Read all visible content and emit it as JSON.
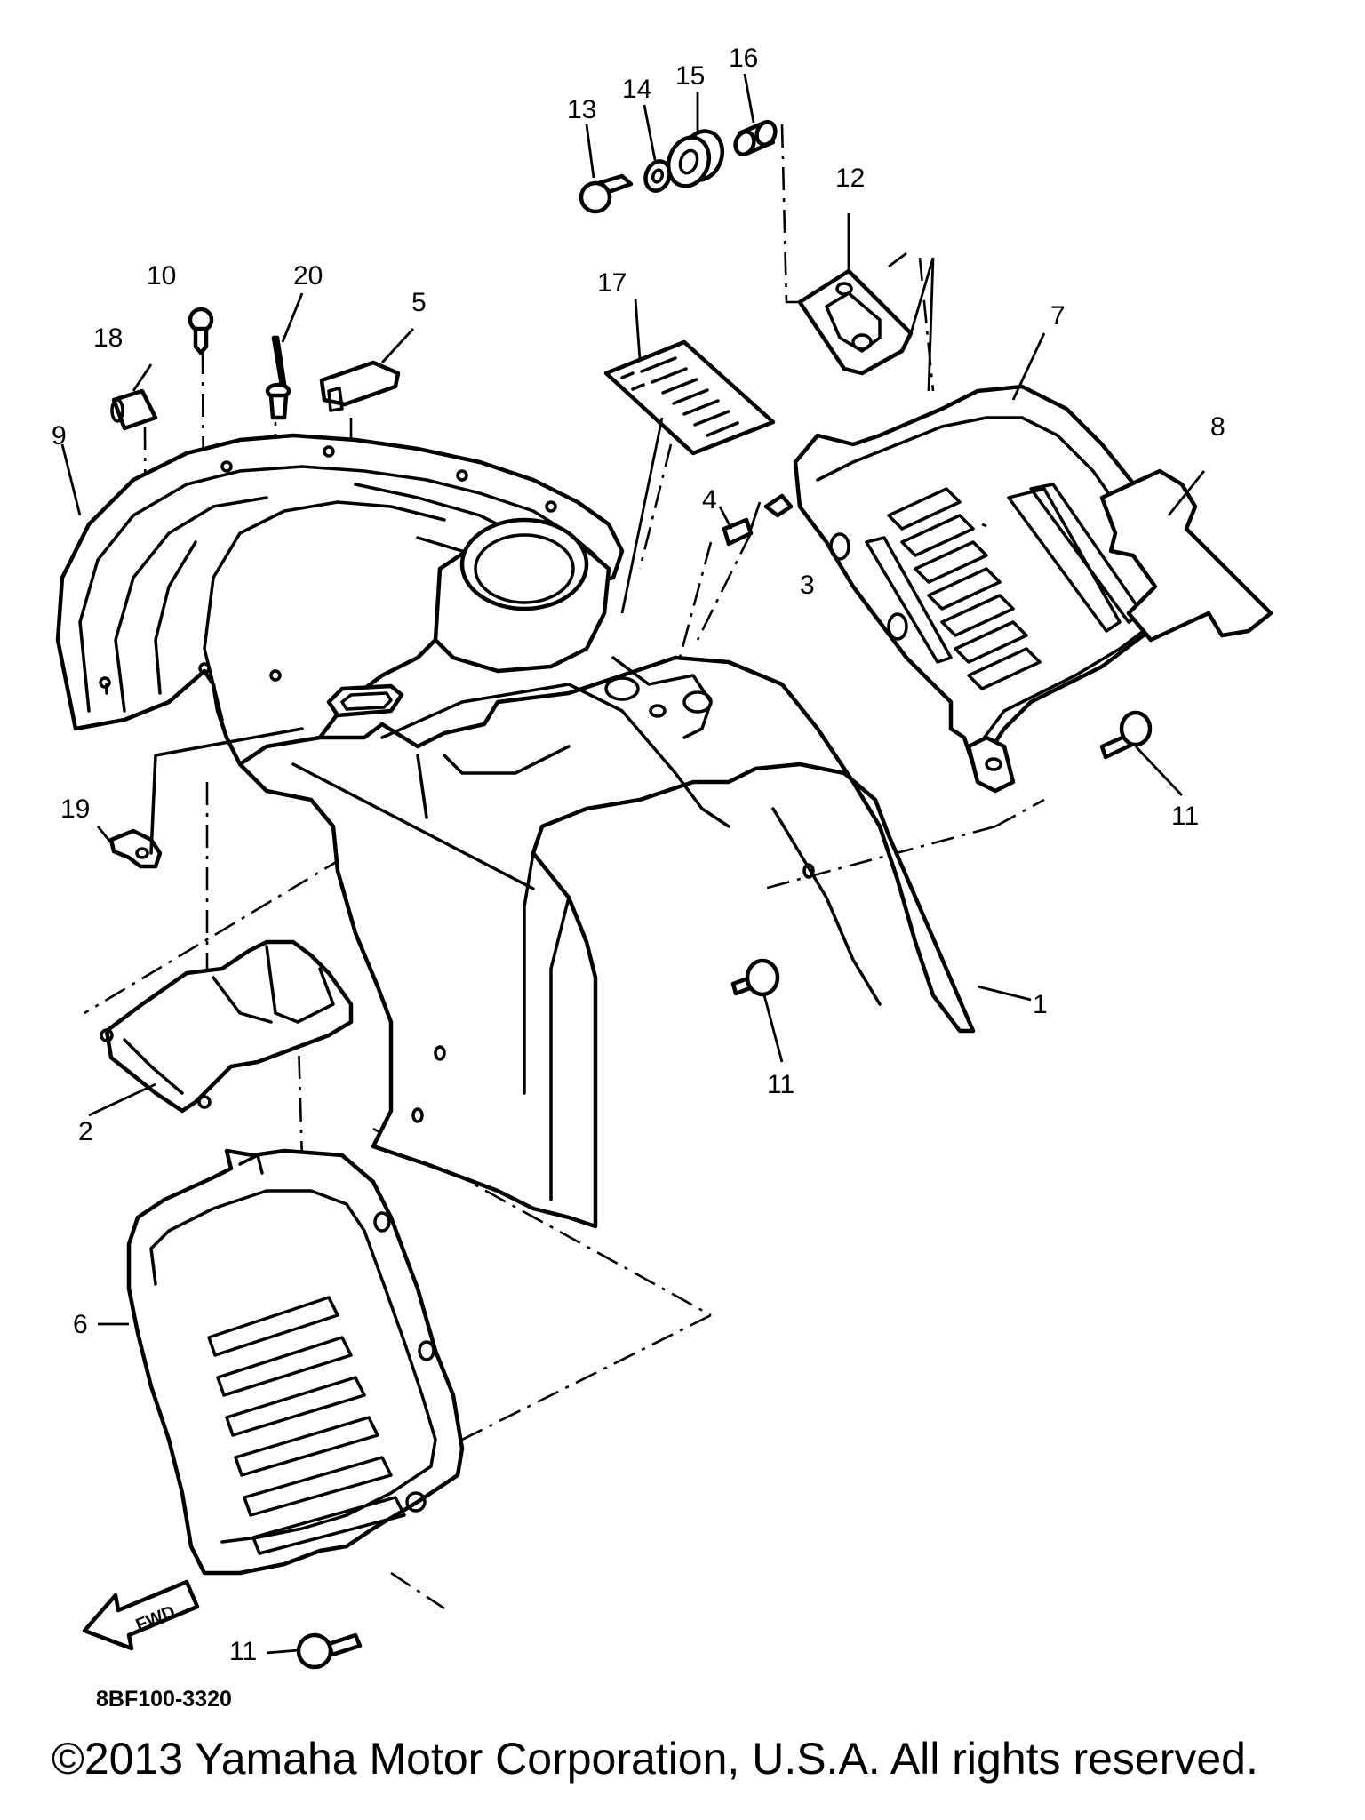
{
  "diagram": {
    "callouts": [
      {
        "id": "c1",
        "label": "1"
      },
      {
        "id": "c2",
        "label": "2"
      },
      {
        "id": "c3",
        "label": "3"
      },
      {
        "id": "c4",
        "label": "4"
      },
      {
        "id": "c5",
        "label": "5"
      },
      {
        "id": "c6",
        "label": "6"
      },
      {
        "id": "c7",
        "label": "7"
      },
      {
        "id": "c8",
        "label": "8"
      },
      {
        "id": "c9",
        "label": "9"
      },
      {
        "id": "c10",
        "label": "10"
      },
      {
        "id": "c11a",
        "label": "11"
      },
      {
        "id": "c11b",
        "label": "11"
      },
      {
        "id": "c11c",
        "label": "11"
      },
      {
        "id": "c12",
        "label": "12"
      },
      {
        "id": "c13",
        "label": "13"
      },
      {
        "id": "c14",
        "label": "14"
      },
      {
        "id": "c15",
        "label": "15"
      },
      {
        "id": "c16",
        "label": "16"
      },
      {
        "id": "c17",
        "label": "17"
      },
      {
        "id": "c18",
        "label": "18"
      },
      {
        "id": "c19",
        "label": "19"
      },
      {
        "id": "c20",
        "label": "20"
      }
    ],
    "fwd_label": "FWD",
    "diagram_code": "8BF100-3320"
  },
  "footer": {
    "copyright": "©2013 Yamaha Motor Corporation, U.S.A. All rights reserved."
  },
  "colors": {
    "line": "#000000",
    "background": "#ffffff"
  }
}
